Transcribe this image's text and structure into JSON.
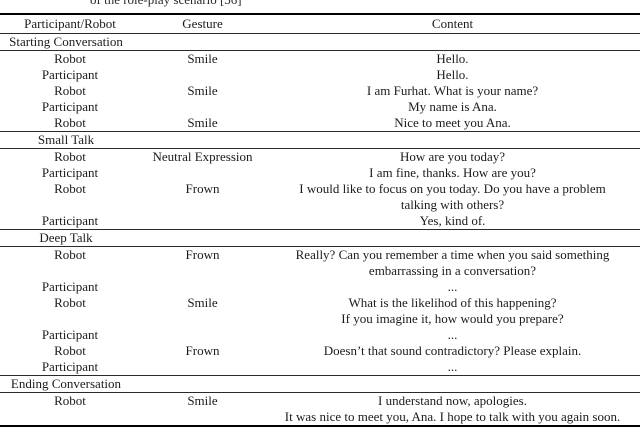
{
  "caption_fragment": "of the role-play scenario [36]",
  "table": {
    "columns": [
      "Participant/Robot",
      "Gesture",
      "Content"
    ],
    "sections": [
      {
        "title": "Starting Conversation",
        "rows": [
          {
            "speaker": "Robot",
            "gesture": "Smile",
            "content": [
              "Hello."
            ]
          },
          {
            "speaker": "Participant",
            "gesture": "",
            "content": [
              "Hello."
            ]
          },
          {
            "speaker": "Robot",
            "gesture": "Smile",
            "content": [
              "I am Furhat. What is your name?"
            ]
          },
          {
            "speaker": "Participant",
            "gesture": "",
            "content": [
              "My name is Ana."
            ]
          },
          {
            "speaker": "Robot",
            "gesture": "Smile",
            "content": [
              "Nice to meet you Ana."
            ]
          }
        ]
      },
      {
        "title": "Small Talk",
        "rows": [
          {
            "speaker": "Robot",
            "gesture": "Neutral Expression",
            "content": [
              "How are you today?"
            ]
          },
          {
            "speaker": "Participant",
            "gesture": "",
            "content": [
              "I am fine, thanks. How are you?"
            ]
          },
          {
            "speaker": "Robot",
            "gesture": "Frown",
            "content": [
              "I would like to focus on you today. Do you have a problem",
              "talking with others?"
            ]
          },
          {
            "speaker": "Participant",
            "gesture": "",
            "content": [
              "Yes, kind of."
            ]
          }
        ]
      },
      {
        "title": "Deep Talk",
        "rows": [
          {
            "speaker": "Robot",
            "gesture": "Frown",
            "content": [
              "Really? Can you remember a time when you said something",
              "embarrassing in a conversation?"
            ]
          },
          {
            "speaker": "Participant",
            "gesture": "",
            "content": [
              "..."
            ]
          },
          {
            "speaker": "Robot",
            "gesture": "Smile",
            "content": [
              "What is the likelihod of this happening?",
              "If you imagine it, how would you prepare?"
            ]
          },
          {
            "speaker": "Participant",
            "gesture": "",
            "content": [
              "..."
            ]
          },
          {
            "speaker": "Robot",
            "gesture": "Frown",
            "content": [
              "Doesn’t that sound contradictory? Please explain."
            ]
          },
          {
            "speaker": "Participant",
            "gesture": "",
            "content": [
              "..."
            ]
          }
        ]
      },
      {
        "title": "Ending Conversation",
        "rows": [
          {
            "speaker": "Robot",
            "gesture": "Smile",
            "content": [
              "I understand now, apologies.",
              "It was nice to meet you, Ana. I hope to talk with you again soon."
            ]
          }
        ]
      }
    ]
  }
}
